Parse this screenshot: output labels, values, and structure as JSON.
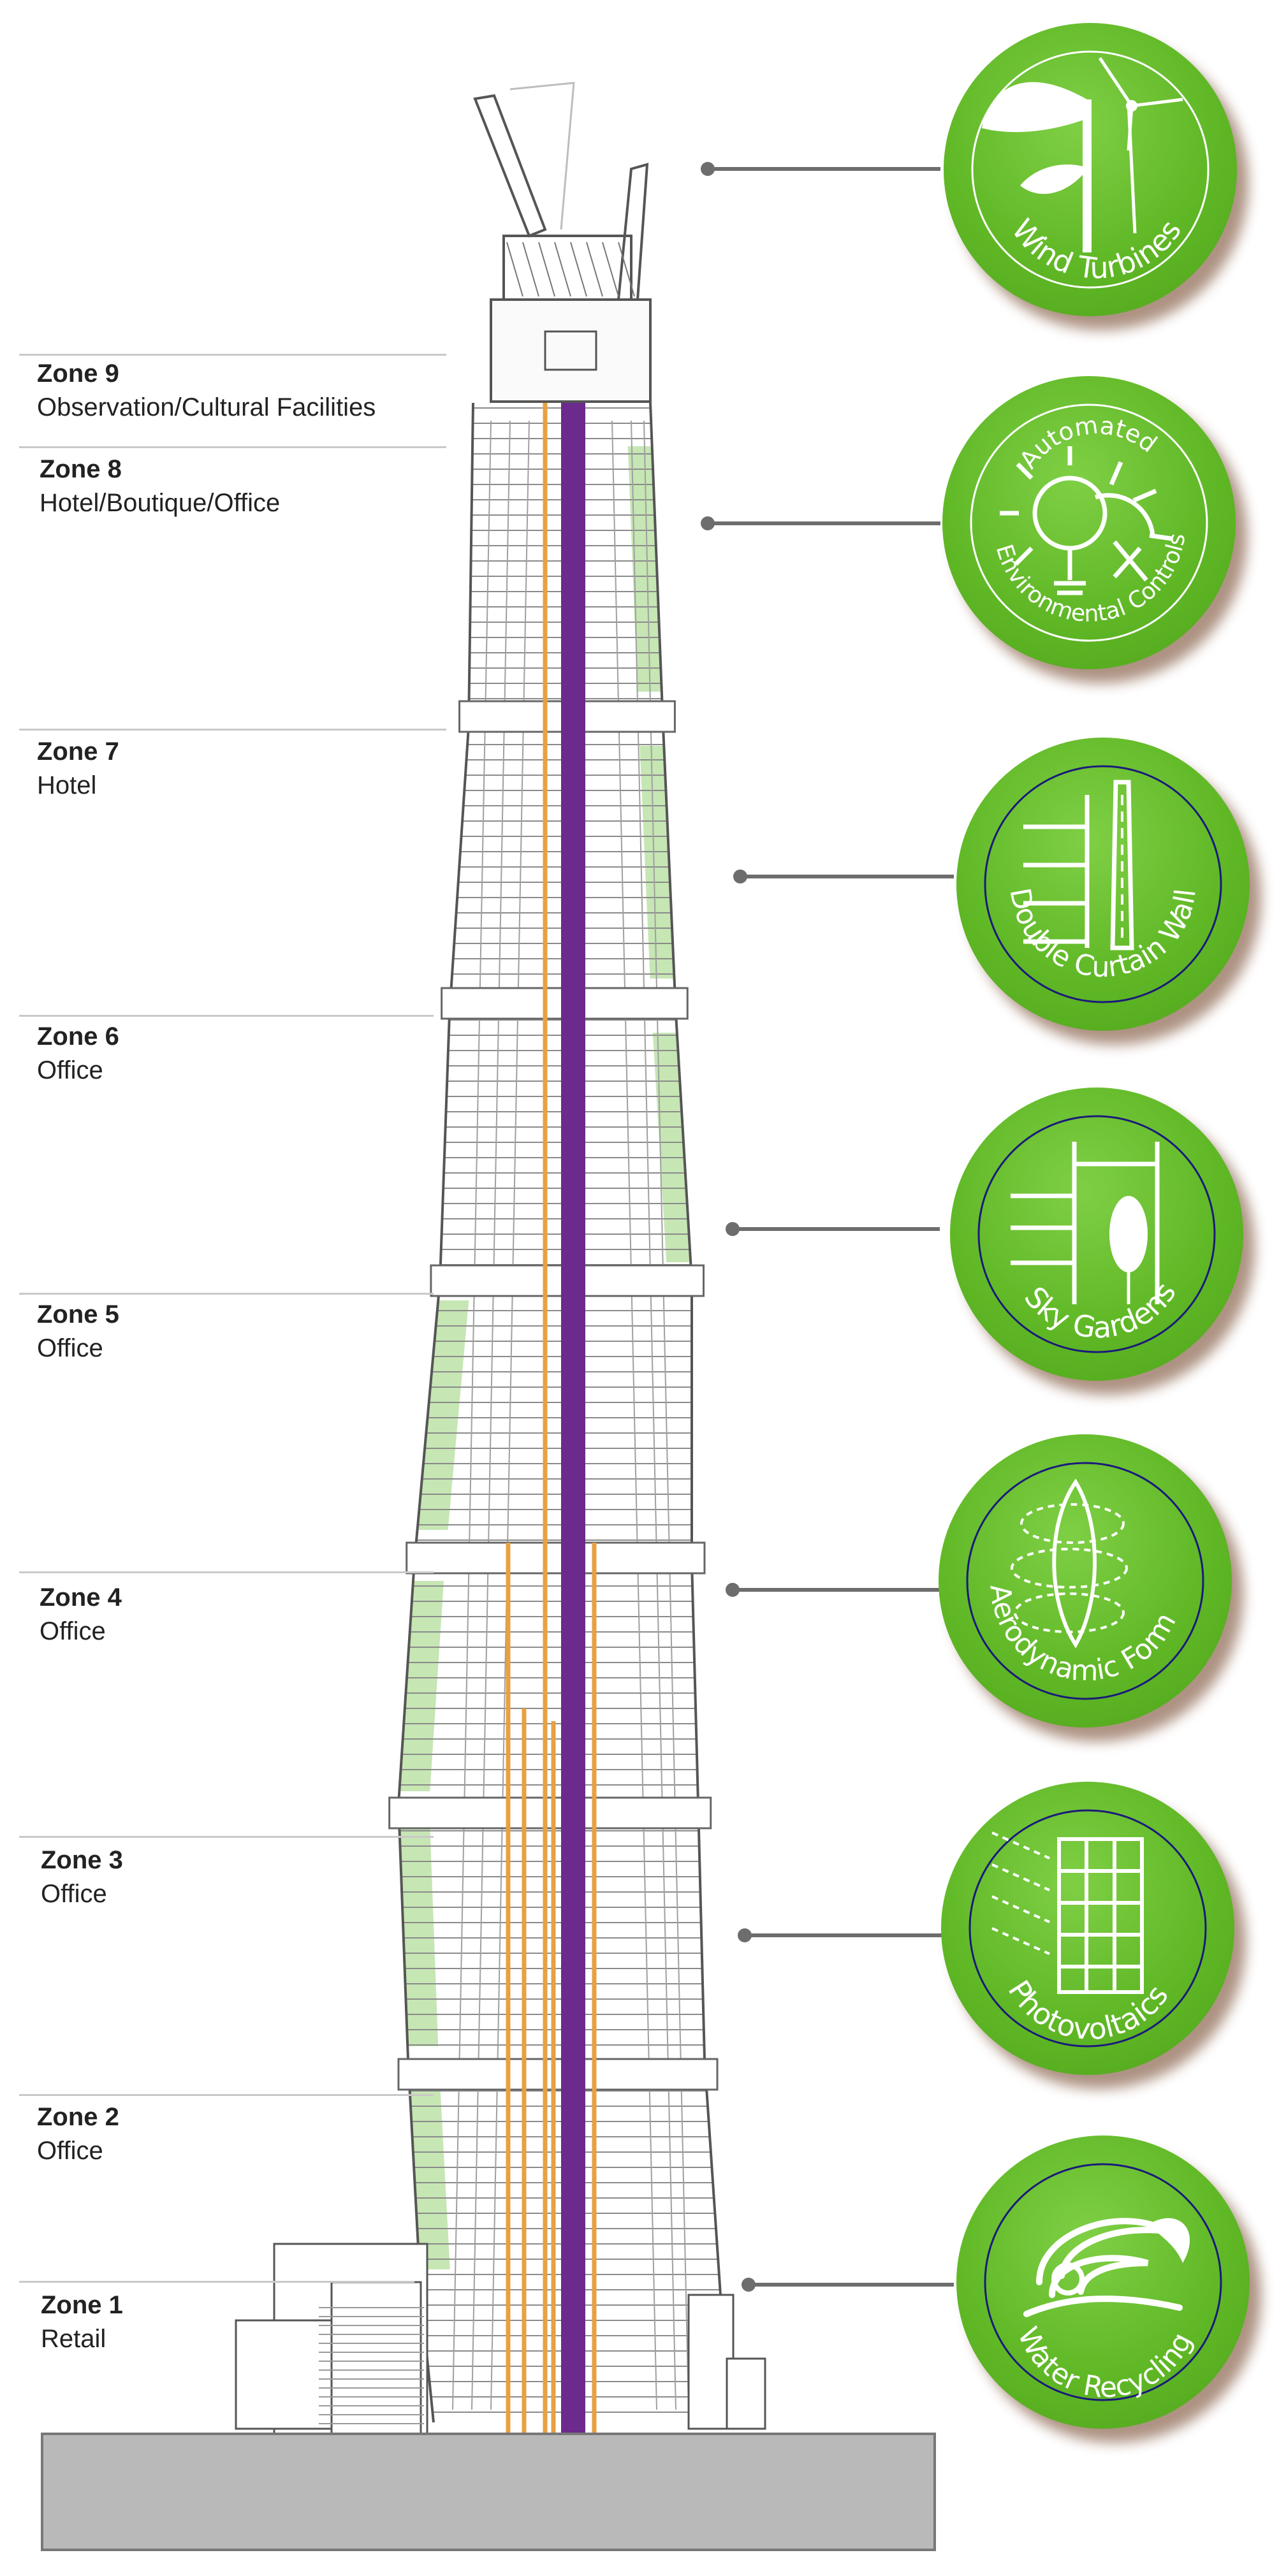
{
  "zones": [
    {
      "name": "Zone 9",
      "desc": "Observation/Cultural Facilities"
    },
    {
      "name": "Zone 8",
      "desc": "Hotel/Boutique/Office"
    },
    {
      "name": "Zone 7",
      "desc": "Hotel"
    },
    {
      "name": "Zone 6",
      "desc": "Office"
    },
    {
      "name": "Zone 5",
      "desc": "Office"
    },
    {
      "name": "Zone 4",
      "desc": "Office"
    },
    {
      "name": "Zone 3",
      "desc": "Office"
    },
    {
      "name": "Zone 2",
      "desc": "Office"
    },
    {
      "name": "Zone 1",
      "desc": "Retail"
    }
  ],
  "features": [
    {
      "label": "Wind Turbines",
      "icon": "wind-turbine-icon"
    },
    {
      "label_top": "Automated",
      "label": "Environmental Controls",
      "icon": "environmental-controls-icon"
    },
    {
      "label": "Double Curtain Wall",
      "icon": "curtain-wall-icon"
    },
    {
      "label": "Sky Gardens",
      "icon": "sky-garden-icon"
    },
    {
      "label": "Aerodynamic Form",
      "icon": "aerodynamic-form-icon"
    },
    {
      "label": "Photovoltaics",
      "icon": "photovoltaics-icon"
    },
    {
      "label": "Water Recycling",
      "icon": "water-recycling-icon"
    }
  ],
  "colors": {
    "badge_green": "#60b826",
    "core_purple": "#6b2a8c",
    "elevator_orange": "#e7a142",
    "sky_garden_green": "#c6e6b4",
    "base_gray": "#b9b9b9",
    "outline_gray": "#6d6d6d"
  }
}
